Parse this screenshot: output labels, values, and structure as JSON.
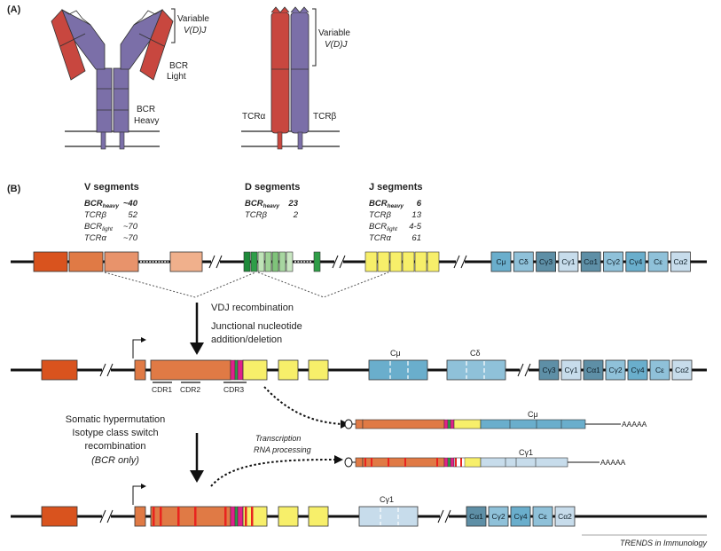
{
  "panel_a": {
    "label": "(A)",
    "bcr_variable_label": "Variable",
    "bcr_variable_vdj": "V(D)J",
    "bcr_light_1": "BCR",
    "bcr_light_2": "Light",
    "bcr_heavy_1": "BCR",
    "bcr_heavy_2": "Heavy",
    "tcr_variable_label": "Variable",
    "tcr_variable_vdj": "V(D)J",
    "tcr_alpha": "TCRα",
    "tcr_beta": "TCRβ"
  },
  "panel_b": {
    "label": "(B)",
    "v_segments": {
      "title": "V segments",
      "rows": [
        {
          "name": "BCR",
          "sub": "heavy",
          "value": "~40",
          "bold": true
        },
        {
          "name": "TCRβ",
          "sub": "",
          "value": "52",
          "bold": false
        },
        {
          "name": "BCR",
          "sub": "light",
          "value": "~70",
          "bold": false
        },
        {
          "name": "TCRα",
          "sub": "",
          "value": "~70",
          "bold": false
        }
      ]
    },
    "d_segments": {
      "title": "D segments",
      "rows": [
        {
          "name": "BCR",
          "sub": "heavy",
          "value": "23",
          "bold": true
        },
        {
          "name": "TCRβ",
          "sub": "",
          "value": "2",
          "bold": false
        }
      ]
    },
    "j_segments": {
      "title": "J segments",
      "rows": [
        {
          "name": "BCR",
          "sub": "heavy",
          "value": "6",
          "bold": true
        },
        {
          "name": "TCRβ",
          "sub": "",
          "value": "13",
          "bold": false
        },
        {
          "name": "BCR",
          "sub": "light",
          "value": "4-5",
          "bold": false
        },
        {
          "name": "TCRα",
          "sub": "",
          "value": "61",
          "bold": false
        }
      ]
    },
    "germline_constants": [
      "Cμ",
      "Cδ",
      "Cγ3",
      "Cγ1",
      "Cα1",
      "Cγ2",
      "Cγ4",
      "Cε",
      "Cα2"
    ],
    "step1_line1": "VDJ recombination",
    "step1_line2": "Junctional nucleotide",
    "step1_line3": "addition/deletion",
    "rearranged_constants_big": [
      "Cμ",
      "Cδ"
    ],
    "rearranged_constants_small": [
      "Cγ3",
      "Cγ1",
      "Cα1",
      "Cγ2",
      "Cγ4",
      "Cε",
      "Cα2"
    ],
    "cdr_labels": [
      "CDR1",
      "CDR2",
      "CDR3"
    ],
    "step2_line1": "Somatic hypermutation",
    "step2_line2": "Isotype class switch",
    "step2_line3": "recombination",
    "step2_line4": "(BCR only)",
    "transcription_line1": "Transcription",
    "transcription_line2": "RNA processing",
    "mrna1_constant": "Cμ",
    "mrna2_constant": "Cγ1",
    "poly_a": "AAAAA",
    "switched_constant_big": "Cγ1",
    "switched_constants_small": [
      "Cα1",
      "Cγ2",
      "Cγ4",
      "Cε",
      "Cα2"
    ]
  },
  "footer": "TRENDS in Immunology",
  "colors": {
    "heavy_purple": "#7b6fa8",
    "light_red": "#c8473f",
    "v_dark": "#d9531e",
    "v_mid": "#e07a45",
    "v_light": "#f0b08c",
    "d_green": "#3aa04a",
    "d_light": "#a7d6a0",
    "j_yellow": "#f7ef6a",
    "c_mid": "#6aaecc",
    "c_light": "#c7dceb",
    "c_dark": "#5e8fa6",
    "cdr3_magenta": "#e0218a",
    "shm_red": "#e8241f"
  }
}
